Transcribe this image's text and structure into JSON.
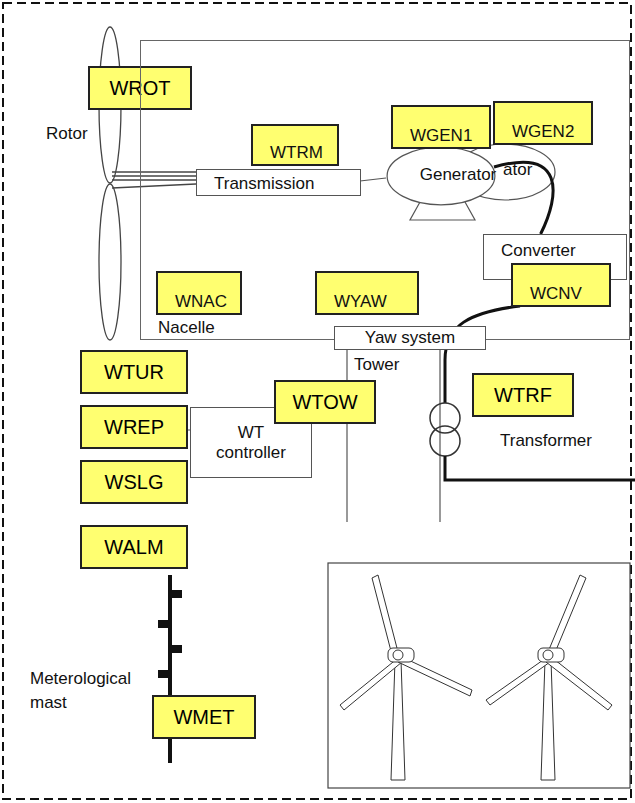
{
  "diagram": {
    "nodes": [
      {
        "text": [
          "WROT"
        ]
      },
      {
        "text": [
          "Nacelle"
        ]
      },
      {
        "text": [
          "WTRM"
        ],
        "in": 1
      },
      {
        "text": [
          "Transmission"
        ],
        "in": 1
      },
      {
        "text": [
          "Generator"
        ],
        "in": 1
      },
      {
        "text": [
          "WGEN1"
        ],
        "in": 1
      },
      {
        "text": [
          "WGEN2"
        ],
        "in": 1
      },
      {
        "text": [
          "Converter"
        ],
        "in": 1
      },
      {
        "text": [
          "WCNV"
        ],
        "in": 1
      },
      {
        "text": [
          "WNAC"
        ],
        "in": 1
      },
      {
        "text": [
          "WYAW"
        ],
        "in": 1
      },
      {
        "text": [
          "Yaw system"
        ]
      },
      {
        "text": [
          "WTUR"
        ]
      },
      {
        "text": [
          "WREP"
        ]
      },
      {
        "text": [
          "WSLG"
        ]
      },
      {
        "text": [
          "WT controller"
        ]
      },
      {
        "text": [
          "WALM"
        ]
      },
      {
        "text": [
          "WTOW"
        ]
      },
      {
        "text": [
          "WTRF"
        ]
      },
      {
        "text": [
          "WMET"
        ]
      }
    ],
    "edges": [
      {
        "from": 4,
        "to": 7,
        "arrow": "none"
      }
    ],
    "labels": [
      "Rotor",
      "ator",
      "Tower",
      "Transformer",
      "Meterological mast"
    ]
  }
}
